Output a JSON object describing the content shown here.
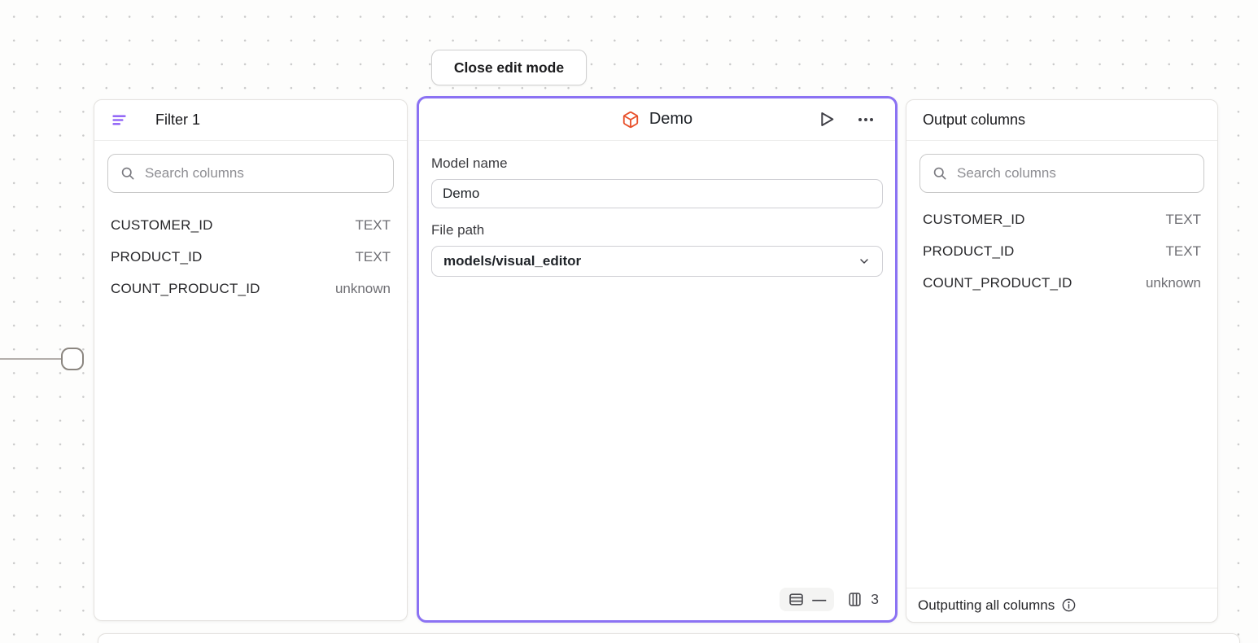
{
  "toolbar": {
    "close_button_label": "Close edit mode"
  },
  "filter_panel": {
    "title": "Filter 1",
    "search_placeholder": "Search columns",
    "columns": [
      {
        "name": "CUSTOMER_ID",
        "type": "TEXT"
      },
      {
        "name": "PRODUCT_ID",
        "type": "TEXT"
      },
      {
        "name": "COUNT_PRODUCT_ID",
        "type": "unknown"
      }
    ]
  },
  "model_panel": {
    "title": "Demo",
    "model_name_label": "Model name",
    "model_name_value": "Demo",
    "file_path_label": "File path",
    "file_path_value": "models/visual_editor",
    "row_count": "—",
    "column_count": "3"
  },
  "output_panel": {
    "title": "Output columns",
    "search_placeholder": "Search columns",
    "columns": [
      {
        "name": "CUSTOMER_ID",
        "type": "TEXT"
      },
      {
        "name": "PRODUCT_ID",
        "type": "TEXT"
      },
      {
        "name": "COUNT_PRODUCT_ID",
        "type": "unknown"
      }
    ],
    "footer_text": "Outputting all columns"
  },
  "icons": {
    "filter": "filter-lines-icon",
    "search": "search-icon",
    "model": "model-cube-icon",
    "run": "play-icon",
    "menu": "ellipsis-icon",
    "rows": "table-rows-icon",
    "columns": "table-columns-icon",
    "dropdown": "chevron-down-icon",
    "info": "info-icon"
  },
  "colors": {
    "selected_border_purple": "#8b72f3",
    "filter_icon_purple": "#8b5cf6",
    "model_icon_orange": "#e8502a",
    "text_primary": "#27272a",
    "text_secondary": "#6e6e73",
    "canvas_dot": "#c9c9c9"
  }
}
